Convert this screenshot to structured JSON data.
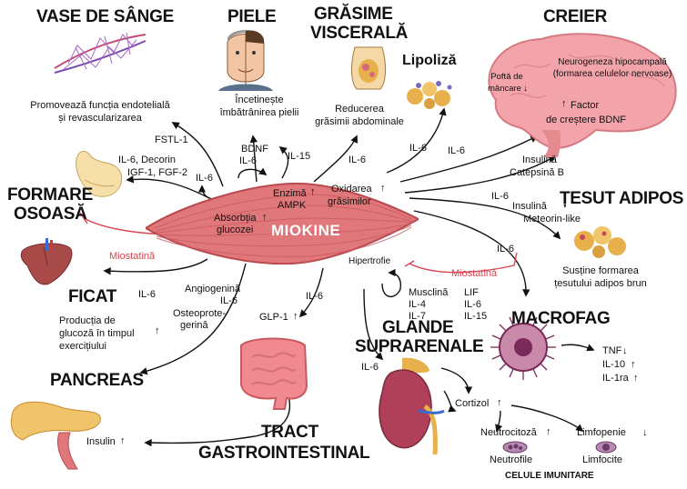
{
  "center": {
    "title": "MIOKINE",
    "enzyme": "Enzimă",
    "ampk": "AMPK",
    "oxidation_1": "Oxidarea",
    "oxidation_2": "grăsimilor",
    "glucose_1": "Absorbția",
    "glucose_2": "glucozei",
    "hypertrophy": "Hipertrofie"
  },
  "blood_vessels": {
    "title": "VASE DE SÂNGE",
    "desc_1": "Promovează funcția endotelială",
    "desc_2": "și revascularizarea",
    "factor": "FSTL-1"
  },
  "skin": {
    "title": "PIELE",
    "desc_1": "Încetinește",
    "desc_2": "îmbătrânirea pielii",
    "factors_1": "BDNF",
    "factors_2": "IL-6",
    "factor_b": "IL-15"
  },
  "visceral_fat": {
    "title_1": "GRĂSIME",
    "title_2": "VISCERALĂ",
    "desc_1": "Reducerea",
    "desc_2": "grăsimii abdominale",
    "factor": "IL-6"
  },
  "lipolysis": {
    "title": "Lipoliză",
    "factor": "IL-6"
  },
  "brain": {
    "title": "CREIER",
    "appetite_1": "Poftă de",
    "appetite_2": "mâncare",
    "neuro_1": "Neurogeneza hipocampală",
    "neuro_2": "(formarea celulelor nervoase)",
    "bdnf_1": "Factor",
    "bdnf_2": "de creștere BDNF",
    "factor": "IL-6",
    "insulin": "Insulină",
    "cathepsin": "Catepsină B"
  },
  "bone": {
    "title_1": "FORMARE",
    "title_2": "OSOASĂ",
    "factors_1": "IL-6, Decorin",
    "factors_2": "IGF-1, FGF-2",
    "factor_b": "IL-6",
    "myostatin": "Miostatină"
  },
  "adipose": {
    "title": "ȚESUT ADIPOS",
    "factor": "IL-6",
    "insulin": "Insulină",
    "meteorin": "Meteorin-like",
    "desc_1": "Susține formarea",
    "desc_2": "țesutului adipos brun"
  },
  "liver": {
    "title": "FICAT",
    "factor": "IL-6",
    "desc_1": "Producția de",
    "desc_2": "glucoză în timpul",
    "desc_3": "exercițiului"
  },
  "middle": {
    "angio_1": "Angiogenină",
    "angio_2": "IL-6",
    "osteo_1": "Osteoprote-",
    "osteo_2": "gerină",
    "gi_factor": "IL-6",
    "glp": "GLP-1"
  },
  "myostatin_right": "Miostatină",
  "muscle_factors": {
    "col1": [
      "Musclină",
      "IL-4",
      "IL-7"
    ],
    "col2": [
      "LIF",
      "IL-6",
      "IL-15"
    ]
  },
  "macrophage": {
    "title": "MACROFAG",
    "factor": "IL-6",
    "tnf": "TNF",
    "il10": "IL-10",
    "il1ra": "IL-1ra"
  },
  "pancreas": {
    "title": "PANCREAS",
    "insulin": "Insulin"
  },
  "gi_tract": {
    "title_1": "TRACT",
    "title_2": "GASTROINTESTINAL"
  },
  "adrenal": {
    "title_1": "GLANDE",
    "title_2": "SUPRARENALE",
    "factor": "IL-6",
    "cortisol": "Cortizol",
    "neutrocytosis": "Neutrocitoză",
    "lymphopenia": "Limfopenie",
    "neutrophils": "Neutrofile",
    "lymphocytes": "Limfocite",
    "immune": "CELULE IMUNITARE"
  },
  "colors": {
    "muscle": "#e0777a",
    "muscle_dark": "#b84a50",
    "brain": "#f3a4aa",
    "inhibit": "#d9434f",
    "fat": "#e8b04a",
    "arrow": "#111111"
  }
}
